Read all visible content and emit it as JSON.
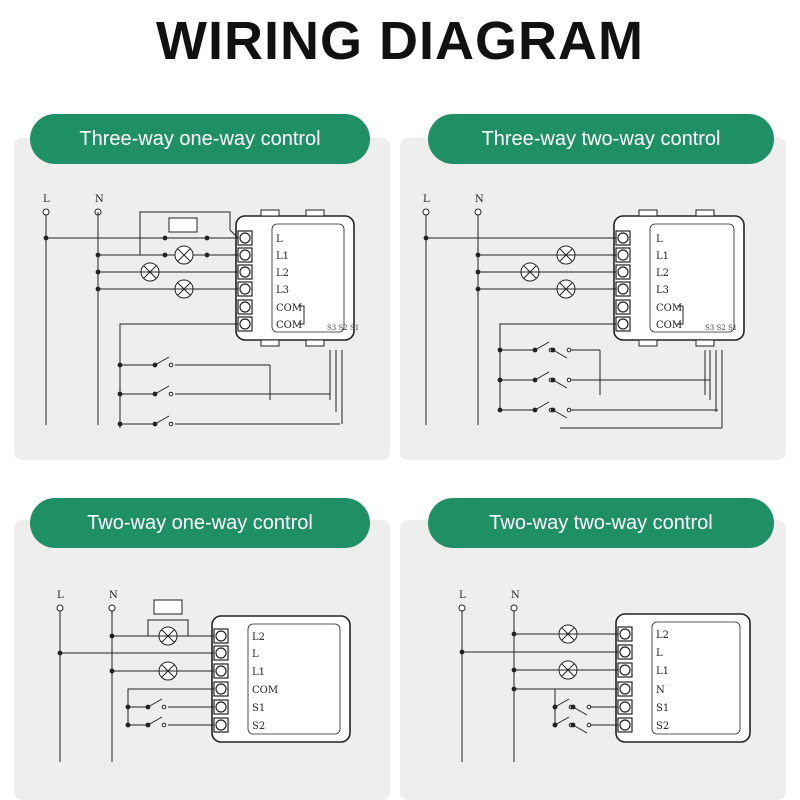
{
  "title": "WIRING DIAGRAM",
  "panels": [
    {
      "heading": "Three-way one-way control",
      "terminals": [
        "L",
        "L1",
        "L2",
        "L3",
        "COM",
        "COM"
      ],
      "lines": [
        "L",
        "N"
      ]
    },
    {
      "heading": "Three-way two-way control",
      "terminals": [
        "L",
        "L1",
        "L2",
        "L3",
        "COM",
        "COM"
      ],
      "lines": [
        "L",
        "N"
      ]
    },
    {
      "heading": "Two-way one-way control",
      "terminals": [
        "L2",
        "L",
        "L1",
        "COM",
        "S1",
        "S2"
      ],
      "lines": [
        "L",
        "N"
      ]
    },
    {
      "heading": "Two-way two-way control",
      "terminals": [
        "L2",
        "L",
        "L1",
        "N",
        "S1",
        "S2"
      ],
      "lines": [
        "L",
        "N"
      ]
    }
  ],
  "colors": {
    "accent": "#1f8f66",
    "panel": "#eeeeee",
    "line": "#222222"
  }
}
